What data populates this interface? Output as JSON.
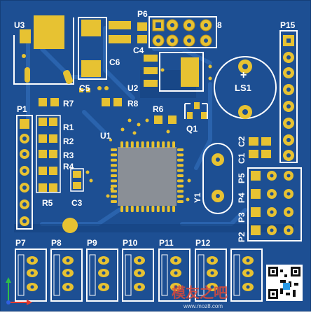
{
  "board": {
    "colors": {
      "substrate": "#1d4f93",
      "substrate_dark": "#16427f",
      "trace": "#2a63ad",
      "silkscreen": "#ffffff",
      "pad": "#e7c232",
      "pad_dark": "#b9901b",
      "chip": "#8a8f96",
      "axis_x": "#e23b2f",
      "axis_y": "#2fbf48",
      "axis_z": "#2f5fe2"
    },
    "labels": {
      "u3": "U3",
      "p6": "P6",
      "p15": "P15",
      "c4": "C4",
      "c6": "C6",
      "c5": "C5",
      "u2": "U2",
      "ls1": "LS1",
      "p1": "P1",
      "r7": "R7",
      "r8": "R8",
      "r6": "R6",
      "q1": "Q1",
      "u1": "U1",
      "r1": "R1",
      "r2": "R2",
      "r3": "R3",
      "r4": "R4",
      "r5": "R5",
      "c3": "C3",
      "c1": "C1",
      "c2": "C2",
      "p5": "P5",
      "p4": "P4",
      "p3": "P3",
      "p2": "P2",
      "y1": "Y1",
      "p7": "P7",
      "p8": "P8",
      "p9": "P9",
      "p10": "P10",
      "p11": "P11",
      "p12": "P12",
      "pin8": "8",
      "plus": "+",
      "watermark_main": "模友之吧",
      "watermark_url": "www.moz8.com"
    }
  }
}
